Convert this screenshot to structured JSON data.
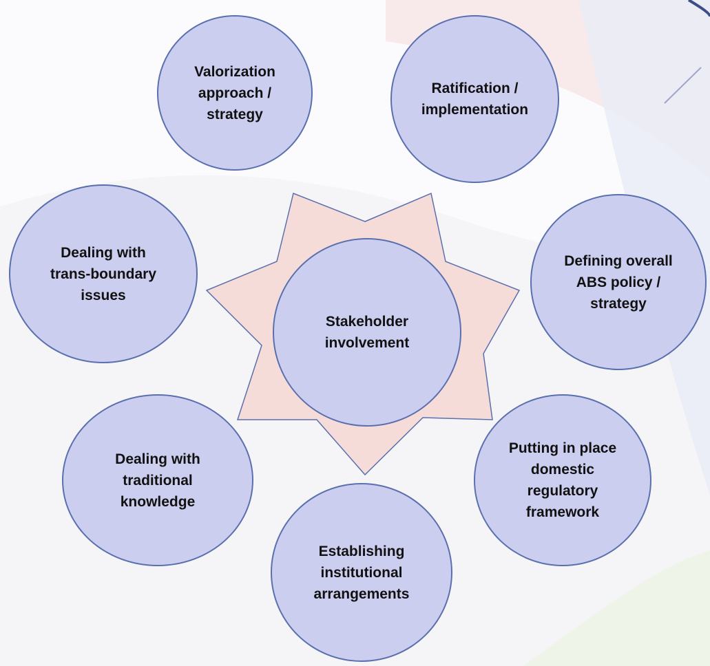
{
  "diagram": {
    "center": {
      "label": "Stakeholder\ninvolvement"
    },
    "nodes": [
      {
        "id": "valorization",
        "label": "Valorization\napproach /\nstrategy"
      },
      {
        "id": "ratification",
        "label": "Ratification /\nimplementation"
      },
      {
        "id": "defining-policy",
        "label": "Defining overall\nABS policy /\nstrategy"
      },
      {
        "id": "regulatory-framework",
        "label": "Putting in place\ndomestic\nregulatory\nframework"
      },
      {
        "id": "institutional-arrangements",
        "label": "Establishing\ninstitutional\narrangements"
      },
      {
        "id": "traditional-knowledge",
        "label": "Dealing with\ntraditional\nknowledge"
      },
      {
        "id": "trans-boundary",
        "label": "Dealing with\ntrans-boundary\nissues"
      }
    ],
    "colors": {
      "circle_fill": "#ccceef",
      "circle_border": "#5a6fae",
      "star_fill": "#f5dcd8",
      "star_border": "#5a6fae"
    }
  }
}
